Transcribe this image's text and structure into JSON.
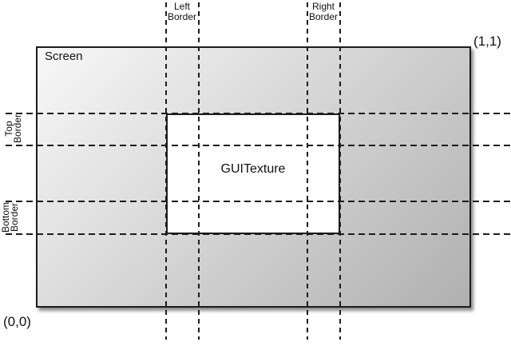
{
  "labels": {
    "screen": "Screen",
    "texture": "GUITexture",
    "origin": "(0,0)",
    "top_right": "(1,1)",
    "left_border": {
      "line1": "Left",
      "line2": "Border"
    },
    "right_border": {
      "line1": "Right",
      "line2": "Border"
    },
    "top_border": {
      "line1": "Top",
      "line2": "Border"
    },
    "bottom_border": {
      "line1": "Bottom",
      "line2": "Border"
    }
  },
  "colors": {
    "screen_gradient_start": "#f8f8f8",
    "screen_gradient_end": "#b0b0b0",
    "line": "#1c1c1c",
    "texture_fill": "#ffffff",
    "page_background": "#ffffff"
  }
}
